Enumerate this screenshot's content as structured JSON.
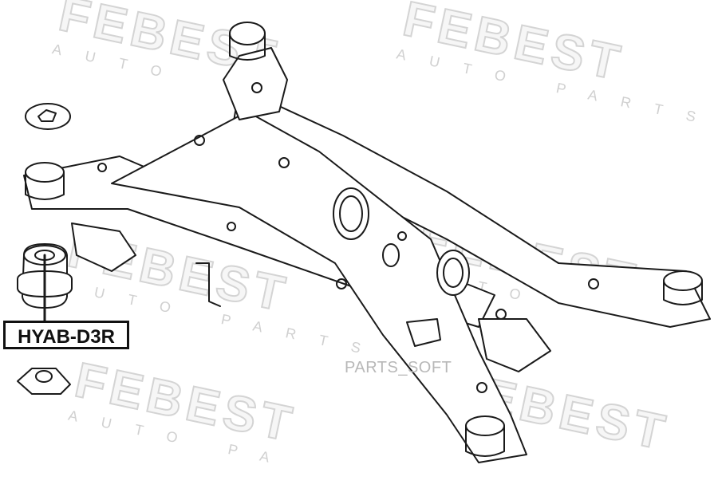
{
  "watermark": {
    "brand": "FEBEST",
    "tagline": "AUTO PARTS"
  },
  "part_code": "HYAB-D3R",
  "seller_mark": "PARTS_SOFT",
  "illustration": {
    "subject": "rear subframe with bushing",
    "line_color": "#1a1a1a"
  }
}
